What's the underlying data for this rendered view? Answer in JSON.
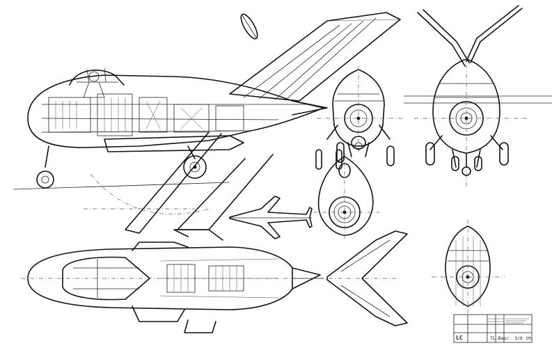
{
  "drawing": {
    "views": [
      {
        "id": "side-view"
      },
      {
        "id": "plan-view"
      },
      {
        "id": "front-view"
      },
      {
        "id": "rear-view"
      },
      {
        "id": "cross-section-view"
      },
      {
        "id": "small-plan-view"
      },
      {
        "id": "lower-front-view"
      }
    ],
    "title_block": {
      "mark": "LC",
      "sheet_note": "TL-Baur. 1/6 10."
    }
  }
}
